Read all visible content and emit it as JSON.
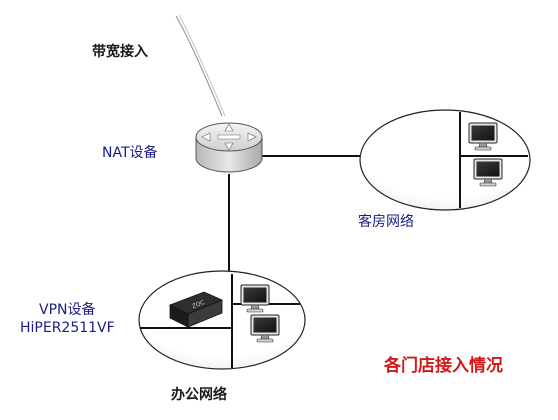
{
  "labels": {
    "broadband_access": "带宽接入",
    "nat_device": "NAT设备",
    "guest_room_network": "客房网络",
    "vpn_device": "VPN设备",
    "vpn_model": "HiPER2511VF",
    "office_network": "办公网络",
    "title": "各门店接入情况"
  },
  "vpn_box_text": "ZOC",
  "colors": {
    "label_dark": "#1a1a1a",
    "label_navy": "#1c1c84",
    "title_red": "#d41818",
    "router_body": "#dcdcdc",
    "monitor_screen": "#2a2a2a"
  }
}
